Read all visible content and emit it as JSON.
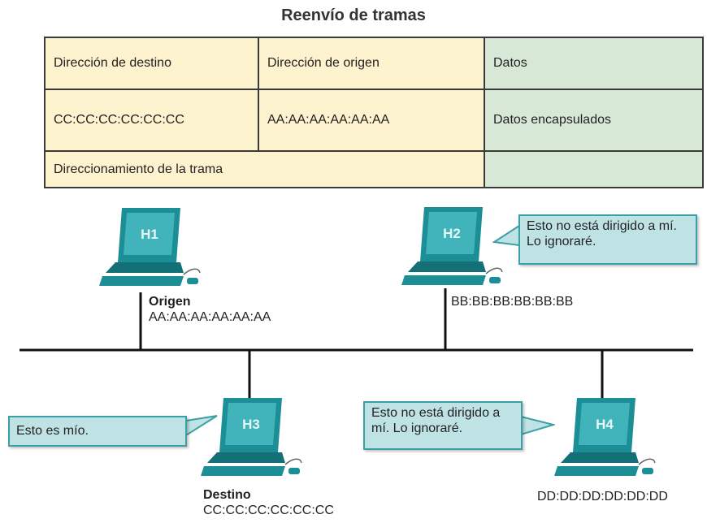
{
  "title": "Reenvío de tramas",
  "table": {
    "header": [
      "Dirección de destino",
      "Dirección de origen",
      "Datos"
    ],
    "row": [
      "CC:CC:CC:CC:CC:CC",
      "AA:AA:AA:AA:AA:AA",
      "Datos encapsulados"
    ],
    "footer": "Direccionamiento de la trama"
  },
  "hosts": {
    "h1": {
      "name": "H1",
      "role": "Origen",
      "mac": "AA:AA:AA:AA:AA:AA"
    },
    "h2": {
      "name": "H2",
      "mac": "BB:BB:BB:BB:BB:BB",
      "message": "Esto no está dirigido a mí. Lo ignoraré."
    },
    "h3": {
      "name": "H3",
      "role": "Destino",
      "mac": "CC:CC:CC:CC:CC:CC",
      "message": "Esto es mío."
    },
    "h4": {
      "name": "H4",
      "mac": "DD:DD:DD:DD:DD:DD",
      "message": "Esto no está dirigido a mí. Lo ignoraré."
    }
  },
  "colors": {
    "address_fill": "#fdf3cf",
    "data_fill": "#d7e8d7",
    "callout_fill": "#bfe3e5",
    "callout_border": "#3aa0a5",
    "monitor": "#1c8f96"
  }
}
